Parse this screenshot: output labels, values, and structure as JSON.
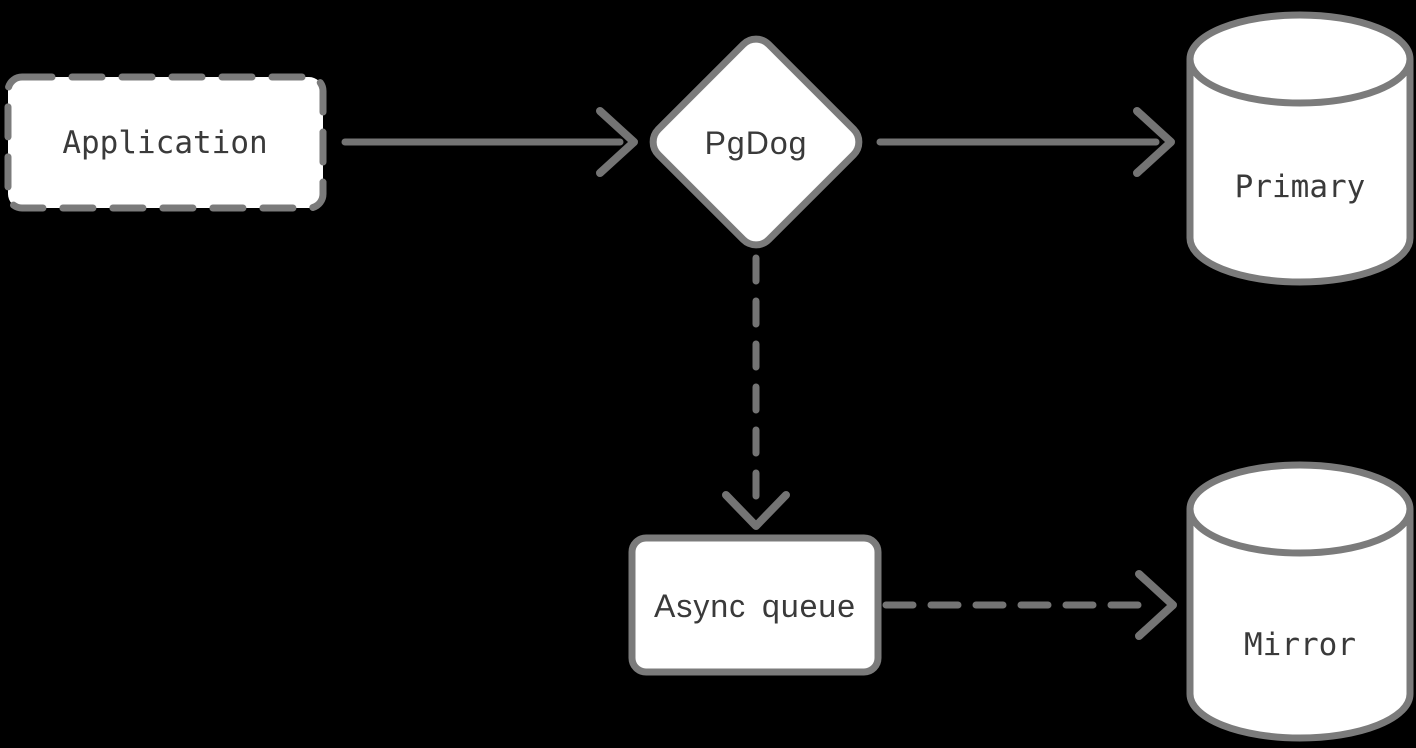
{
  "colors": {
    "background": "#000000",
    "node_fill": "#ffffff",
    "node_stroke": "#7b7b7b",
    "edge_stroke": "#747474",
    "label_text": "#3a3a3a"
  },
  "diagram": {
    "nodes": [
      {
        "id": "application",
        "label": "Application",
        "shape": "rectangle",
        "border_style": "dashed"
      },
      {
        "id": "pgdog",
        "label": "PgDog",
        "shape": "diamond",
        "border_style": "solid"
      },
      {
        "id": "primary",
        "label": "Primary",
        "shape": "database-cylinder",
        "border_style": "solid"
      },
      {
        "id": "async-queue",
        "label": "Async queue",
        "shape": "rectangle",
        "border_style": "solid"
      },
      {
        "id": "mirror",
        "label": "Mirror",
        "shape": "database-cylinder",
        "border_style": "solid"
      }
    ],
    "edges": [
      {
        "from": "application",
        "to": "pgdog",
        "line_style": "solid",
        "direction": "right"
      },
      {
        "from": "pgdog",
        "to": "primary",
        "line_style": "solid",
        "direction": "right"
      },
      {
        "from": "pgdog",
        "to": "async-queue",
        "line_style": "dashed",
        "direction": "down"
      },
      {
        "from": "async-queue",
        "to": "mirror",
        "line_style": "dashed",
        "direction": "right"
      }
    ]
  }
}
